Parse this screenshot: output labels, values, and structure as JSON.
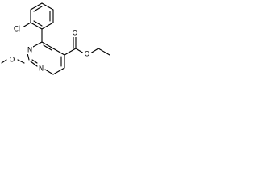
{
  "molecule": {
    "atoms": [
      {
        "id": "Cl1",
        "text": "Cl"
      },
      {
        "id": "N1",
        "text": "N"
      },
      {
        "id": "N2",
        "text": "N"
      },
      {
        "id": "O1",
        "text": "O"
      },
      {
        "id": "O2",
        "text": "O"
      },
      {
        "id": "O3",
        "text": "O"
      }
    ]
  }
}
